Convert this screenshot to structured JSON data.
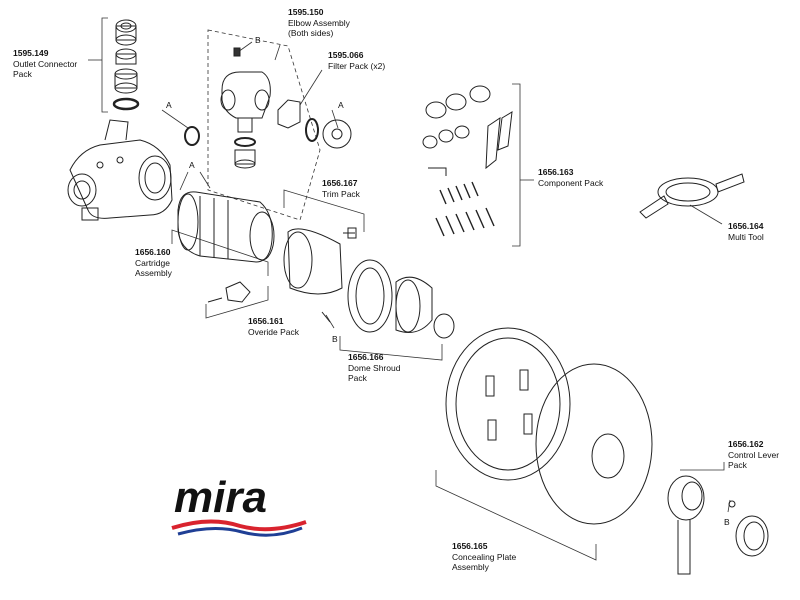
{
  "parts": [
    {
      "id": "outlet-connector",
      "code": "1595.149",
      "lines": [
        "Outlet Connector",
        "Pack"
      ]
    },
    {
      "id": "elbow-assembly",
      "code": "1595.150",
      "lines": [
        "Elbow Assembly",
        "(Both sides)"
      ]
    },
    {
      "id": "filter-pack",
      "code": "1595.066",
      "lines": [
        "Filter Pack (x2)"
      ]
    },
    {
      "id": "component-pack",
      "code": "1656.163",
      "lines": [
        "Component Pack"
      ]
    },
    {
      "id": "trim-pack",
      "code": "1656.167",
      "lines": [
        "Trim Pack"
      ]
    },
    {
      "id": "multi-tool",
      "code": "1656.164",
      "lines": [
        "Multi Tool"
      ]
    },
    {
      "id": "cartridge-assembly",
      "code": "1656.160",
      "lines": [
        "Cartridge",
        "Assembly"
      ]
    },
    {
      "id": "override-pack",
      "code": "1656.161",
      "lines": [
        "Overide Pack"
      ]
    },
    {
      "id": "dome-shroud",
      "code": "1656.166",
      "lines": [
        "Dome Shroud",
        "Pack"
      ]
    },
    {
      "id": "control-lever",
      "code": "1656.162",
      "lines": [
        "Control Lever",
        "Pack"
      ]
    },
    {
      "id": "concealing-plate",
      "code": "1656.165",
      "lines": [
        "Concealing Plate",
        "Assembly"
      ]
    }
  ],
  "callouts": {
    "a": "A",
    "b": "B"
  },
  "logo": {
    "text": "mira",
    "text_color": "#111111",
    "wave_red": "#d9232e",
    "wave_blue": "#1f3f95"
  }
}
